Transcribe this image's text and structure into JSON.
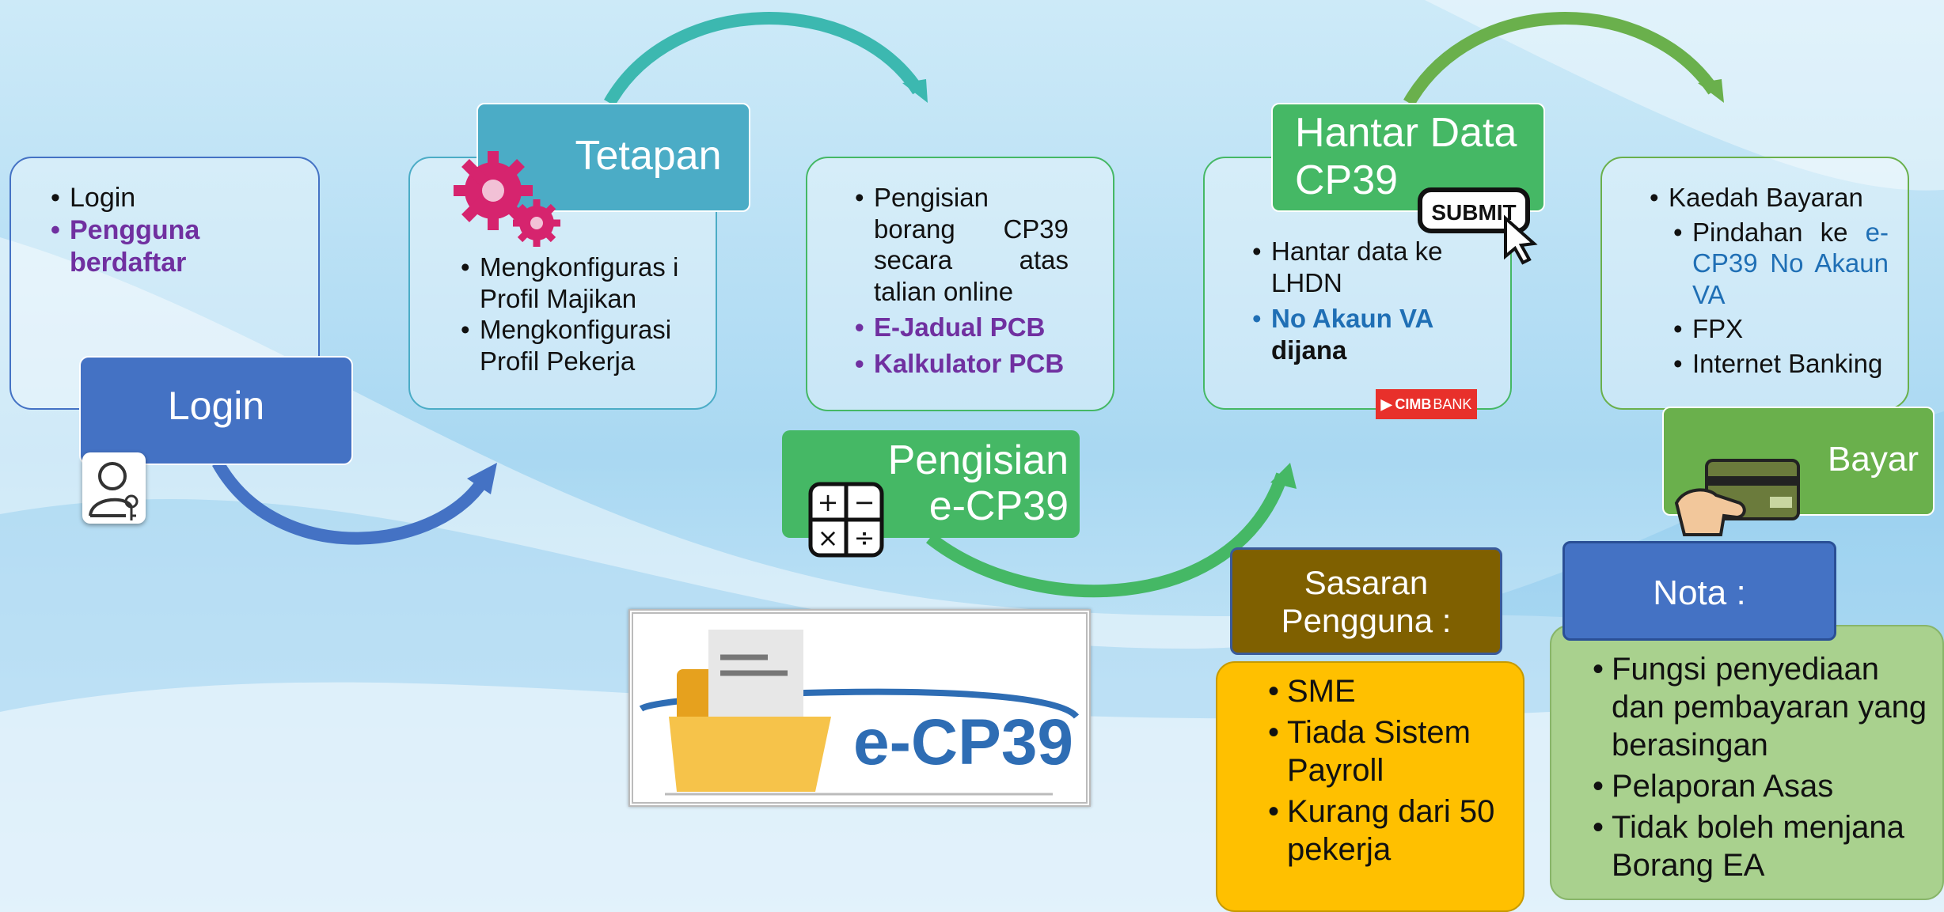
{
  "login_box": {
    "items": [
      "Login"
    ],
    "highlight": "Pengguna berdaftar"
  },
  "login_title": "Login",
  "tetapan": {
    "title": "Tetapan",
    "items": [
      "Mengkonfiguras i Profil Majikan",
      "Mengkonfigurasi Profil Pekerja"
    ]
  },
  "pengisian_box": {
    "item": "Pengisian borang CP39 secara atas talian online",
    "highlights": [
      "E-Jadual PCB",
      "Kalkulator PCB"
    ]
  },
  "pengisian_title": {
    "line1": "Pengisian",
    "line2": "e-CP39"
  },
  "hantar": {
    "title_line1": "Hantar Data",
    "title_line2": "CP39",
    "submit_label": "SUBMIT",
    "item": "Hantar data ke LHDN",
    "highlight_blue": "No Akaun VA",
    "highlight_black": "dijana",
    "bank_logo": "CIMB",
    "bank_logo_suffix": "BANK"
  },
  "bayar_box": {
    "heading": "Kaedah Bayaran",
    "sub_prefix": "Pindahan ke",
    "sub_highlight": "e-CP39 No Akaun VA",
    "items": [
      "FPX",
      "Internet Banking"
    ]
  },
  "bayar_title": "Bayar",
  "ecp39_logo": "e-CP39",
  "calc_symbols": [
    "+",
    "−",
    "×",
    "÷"
  ],
  "sasaran": {
    "title_line1": "Sasaran",
    "title_line2": "Pengguna :",
    "items": [
      "SME",
      "Tiada Sistem Payroll",
      "Kurang dari 50  pekerja"
    ]
  },
  "nota": {
    "title": "Nota :",
    "items": [
      "Fungsi penyediaan dan pembayaran yang berasingan",
      "Pelaporan Asas",
      "Tidak boleh menjana Borang EA"
    ]
  },
  "colors": {
    "login_blue": "#4472C4",
    "teal": "#4BACC6",
    "green": "#45B865",
    "bayar_green": "#6AB04C",
    "gold": "#FFC000",
    "brown": "#7F6000",
    "light_green": "#A9D18E",
    "purple": "#7030A0",
    "cimb_red": "#E8302B"
  }
}
